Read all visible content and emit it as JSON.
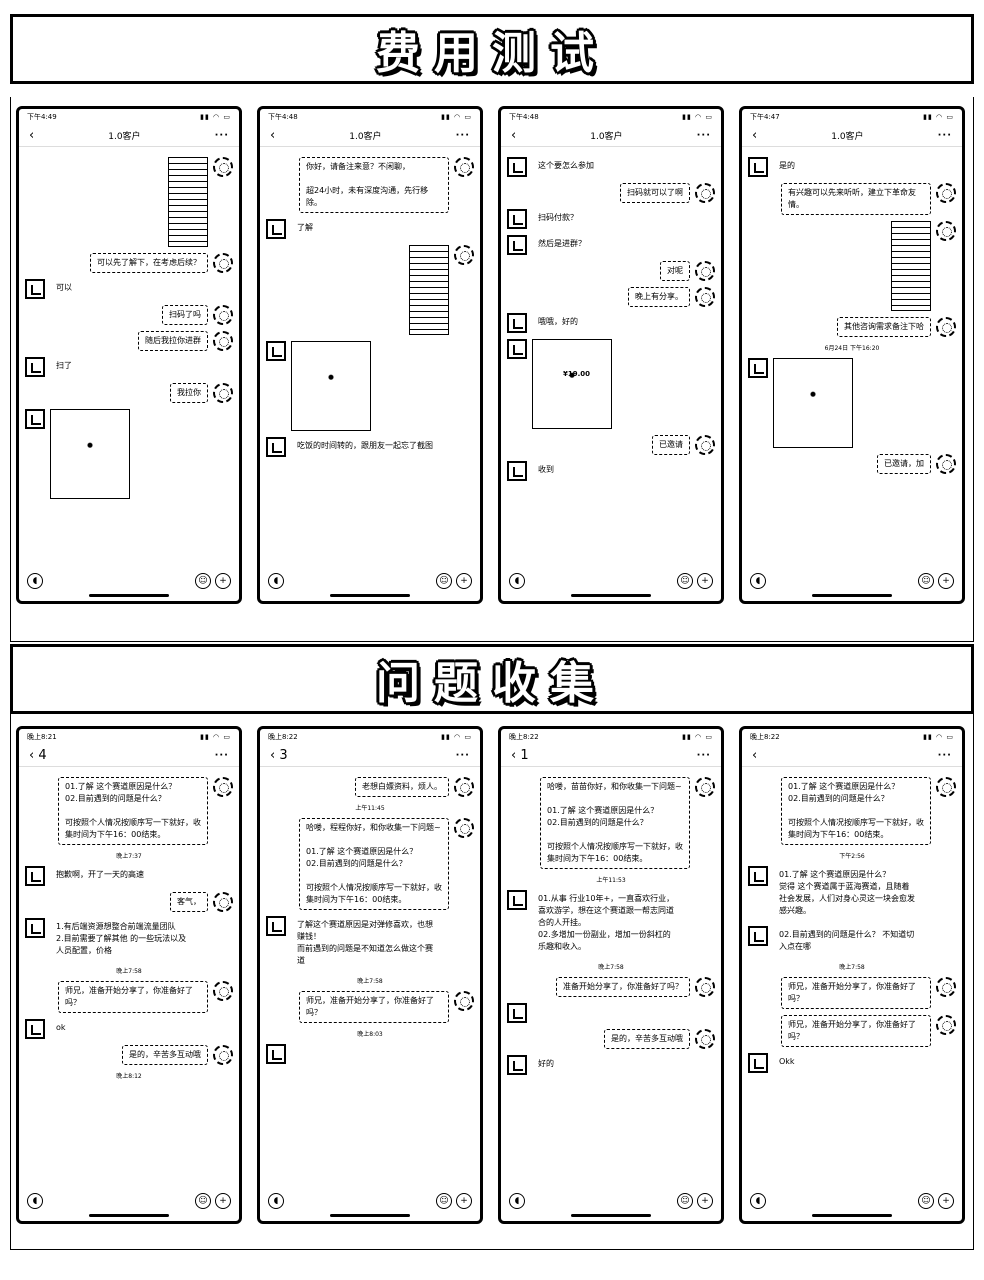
{
  "banners": {
    "top": "费用测试",
    "bottom": "问题收集"
  },
  "phones": [
    {
      "time": "下午4:49",
      "title": "1.0客户",
      "back": "‹",
      "more": "···",
      "messages": [
        {
          "side": "right",
          "kind": "doc"
        },
        {
          "side": "right",
          "text": "可以先了解下，在考虑后续？"
        },
        {
          "side": "left",
          "text": "可以"
        },
        {
          "side": "right",
          "text": "扫码了吗"
        },
        {
          "side": "right",
          "text": "随后我拉你进群"
        },
        {
          "side": "left",
          "text": "扫了"
        },
        {
          "side": "right",
          "text": "我拉你"
        },
        {
          "side": "left",
          "kind": "shot"
        }
      ]
    },
    {
      "time": "下午4:48",
      "title": "1.0客户",
      "back": "‹",
      "more": "···",
      "messages": [
        {
          "side": "right",
          "text": "你好，请备注来意？不闲聊，\n\n超24小时，未有深度沟通，先行移除。"
        },
        {
          "side": "left",
          "text": "了解"
        },
        {
          "side": "right",
          "kind": "doc"
        },
        {
          "side": "left",
          "kind": "shot"
        },
        {
          "side": "left",
          "text": "吃饭的时间转的，跟朋友一起忘了截图"
        }
      ]
    },
    {
      "time": "下午4:48",
      "title": "1.0客户",
      "back": "‹",
      "more": "···",
      "messages": [
        {
          "side": "left",
          "text": "这个要怎么参加"
        },
        {
          "side": "right",
          "text": "扫码就可以了啊"
        },
        {
          "side": "left",
          "text": "扫码付款？"
        },
        {
          "side": "left",
          "text": "然后是进群？"
        },
        {
          "side": "right",
          "text": "对呢"
        },
        {
          "side": "right",
          "text": "晚上有分享。"
        },
        {
          "side": "left",
          "text": "哦哦，好的"
        },
        {
          "side": "left",
          "kind": "shot",
          "price": "¥19.00"
        },
        {
          "side": "right",
          "text": "已邀请"
        },
        {
          "side": "left",
          "text": "收到"
        }
      ]
    },
    {
      "time": "下午4:47",
      "title": "1.0客户",
      "back": "‹",
      "more": "···",
      "messages": [
        {
          "side": "left",
          "text": "是的"
        },
        {
          "side": "right",
          "text": "有兴趣可以先来听听，建立下革命友情。"
        },
        {
          "side": "right",
          "kind": "doc"
        },
        {
          "side": "right",
          "text": "其他咨询需求备注下哈"
        },
        {
          "time": "6月24日 下午16:20"
        },
        {
          "side": "left",
          "kind": "shot"
        },
        {
          "side": "right",
          "text": "已邀请，加"
        }
      ]
    },
    {
      "time": "晚上8:21",
      "title": "",
      "back": "‹ 4",
      "more": "···",
      "messages": [
        {
          "side": "right",
          "text": "01.了解 这个赛道原因是什么？\n02.目前遇到的问题是什么？\n\n可按照个人情况按顺序写一下就好，收集时间为下午16：00结束。"
        },
        {
          "time": "晚上7:37"
        },
        {
          "side": "left",
          "text": "抱歉啊，开了一天的高速"
        },
        {
          "side": "right",
          "text": "客气，"
        },
        {
          "side": "left",
          "text": "1.有后端资源想整合前端流量团队\n2.目前需要了解其他 的一些玩法以及人员配置，价格"
        },
        {
          "time": "晚上7:58"
        },
        {
          "side": "right",
          "text": "师兄，准备开始分享了，你准备好了吗？"
        },
        {
          "side": "left",
          "text": "ok"
        },
        {
          "side": "right",
          "text": "是的，辛苦多互动哦"
        },
        {
          "time": "晚上8:12"
        }
      ]
    },
    {
      "time": "晚上8:22",
      "title": "",
      "back": "‹ 3",
      "more": "···",
      "messages": [
        {
          "side": "right",
          "text": "老想白嫖资料，烦人。"
        },
        {
          "time": "上午11:45"
        },
        {
          "side": "right",
          "text": "哈喽，程程你好，和你收集一下问题~\n\n01.了解 这个赛道原因是什么？\n02.目前遇到的问题是什么？\n\n可按照个人情况按顺序写一下就好，收集时间为下午16：00结束。"
        },
        {
          "side": "left",
          "text": "了解这个赛道原因是对弹修喜欢，也想赚钱！\n而前遇到的问题是不知道怎么做这个赛道"
        },
        {
          "time": "晚上7:58"
        },
        {
          "side": "right",
          "text": "师兄，准备开始分享了，你准备好了吗？"
        },
        {
          "time": "晚上8:03"
        },
        {
          "side": "left",
          "text": ""
        }
      ]
    },
    {
      "time": "晚上8:22",
      "title": "",
      "back": "‹ 1",
      "more": "···",
      "messages": [
        {
          "side": "right",
          "text": "哈喽，苗苗你好，和你收集一下问题~\n\n01.了解 这个赛道原因是什么？\n02.目前遇到的问题是什么？\n\n可按照个人情况按顺序写一下就好，收集时间为下午16：00结束。"
        },
        {
          "time": "上午11:53"
        },
        {
          "side": "left",
          "text": "01.从事 行业10年+，一直喜欢行业，喜欢游学，想在这个赛道跟一帮志同道合的人开挂。\n02.多增加一份副业，增加一份斜杠的乐趣和收入。"
        },
        {
          "time": "晚上7:58"
        },
        {
          "side": "right",
          "text": "准备开始分享了，你准备好了吗？"
        },
        {
          "side": "left",
          "text": ""
        },
        {
          "side": "right",
          "text": "是的，辛苦多互动哦"
        },
        {
          "side": "left",
          "text": "好的"
        }
      ]
    },
    {
      "time": "晚上8:22",
      "title": "",
      "back": "‹",
      "more": "···",
      "messages": [
        {
          "side": "right",
          "text": "01.了解 这个赛道原因是什么？\n02.目前遇到的问题是什么？\n\n可按照个人情况按顺序写一下就好，收集时间为下午16：00结束。"
        },
        {
          "time": "下午2:56"
        },
        {
          "side": "left",
          "text": "01.了解 这个赛道原因是什么？\n觉得 这个赛道属于蓝海赛道，且随着社会发展，人们对身心灵这一块会愈发感兴趣。"
        },
        {
          "side": "left",
          "text": "02.目前遇到的问题是什么？ 不知道切入点在哪"
        },
        {
          "time": "晚上7:58"
        },
        {
          "side": "right",
          "text": "师兄，准备开始分享了，你准备好了吗？"
        },
        {
          "side": "right",
          "text": "师兄，准备开始分享了，你准备好了吗？"
        },
        {
          "side": "left",
          "text": "Okk"
        }
      ]
    }
  ]
}
